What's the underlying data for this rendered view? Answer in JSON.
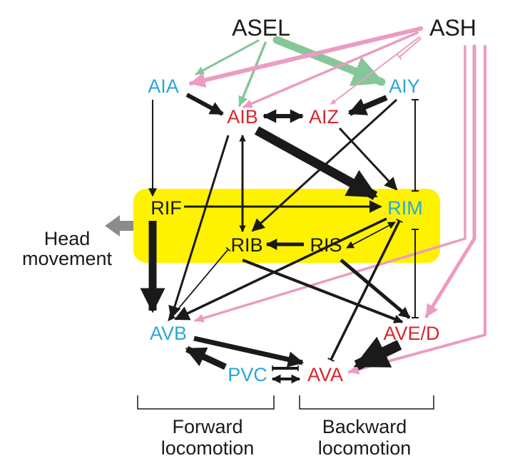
{
  "colors": {
    "sensory": "#2aa6d9",
    "inter": "#d7262c",
    "neutral": "#1a1a1a",
    "excitatory": "#1a1a1a",
    "green": "#86c79a",
    "pink": "#ec9bc2",
    "highlight": "#fff200",
    "output": "#8c8c8c"
  },
  "neurons": {
    "asel": "ASEL",
    "ash": "ASH",
    "aia": "AIA",
    "aiy": "AIY",
    "aib": "AIB",
    "aiz": "AIZ",
    "rif": "RIF",
    "rim": "RIM",
    "rib": "RIB",
    "ris": "RIS",
    "avb": "AVB",
    "aved": "AVE/D",
    "pvc": "PVC",
    "ava": "AVA"
  },
  "output": {
    "line1": "Head",
    "line2": "movement"
  },
  "brackets": {
    "forward_line1": "Forward",
    "forward_line2": "locomotion",
    "backward_line1": "Backward",
    "backward_line2": "locomotion"
  }
}
